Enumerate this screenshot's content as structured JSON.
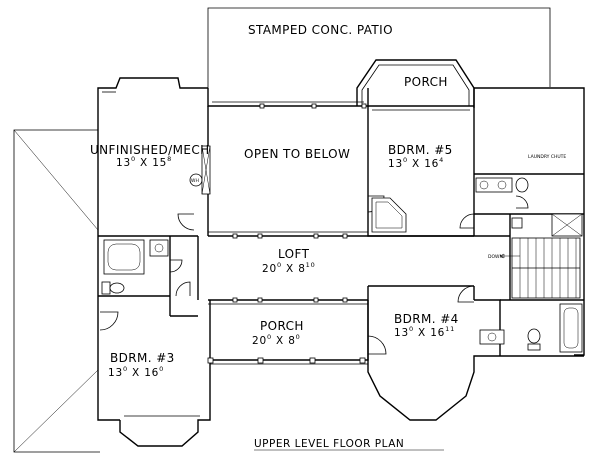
{
  "plan": {
    "title": "UPPER LEVEL FLOOR PLAN",
    "rooms": {
      "patio": {
        "name": "STAMPED CONC. PATIO"
      },
      "porch_top": {
        "name": "PORCH"
      },
      "unfinished": {
        "name": "UNFINISHED/MECH",
        "dim_w": "13",
        "dim_w_sup": "0",
        "dim_d": "15",
        "dim_d_sup": "8"
      },
      "open": {
        "name": "OPEN TO BELOW"
      },
      "bdrm5": {
        "name": "BDRM. #5",
        "dim_w": "13",
        "dim_w_sup": "0",
        "dim_d": "16",
        "dim_d_sup": "4"
      },
      "loft": {
        "name": "LOFT",
        "dim_w": "20",
        "dim_w_sup": "0",
        "dim_d": "8",
        "dim_d_sup": "10"
      },
      "porch_bottom": {
        "name": "PORCH",
        "dim_w": "20",
        "dim_w_sup": "0",
        "dim_d": "8",
        "dim_d_sup": "0"
      },
      "bdrm4": {
        "name": "BDRM. #4",
        "dim_w": "13",
        "dim_w_sup": "0",
        "dim_d": "16",
        "dim_d_sup": "11"
      },
      "bdrm3": {
        "name": "BDRM. #3",
        "dim_w": "13",
        "dim_w_sup": "0",
        "dim_d": "16",
        "dim_d_sup": "0"
      }
    },
    "notes": {
      "laundry": "LAUNDRY CHUTE",
      "down": "DOWN",
      "wh": "WH"
    }
  }
}
